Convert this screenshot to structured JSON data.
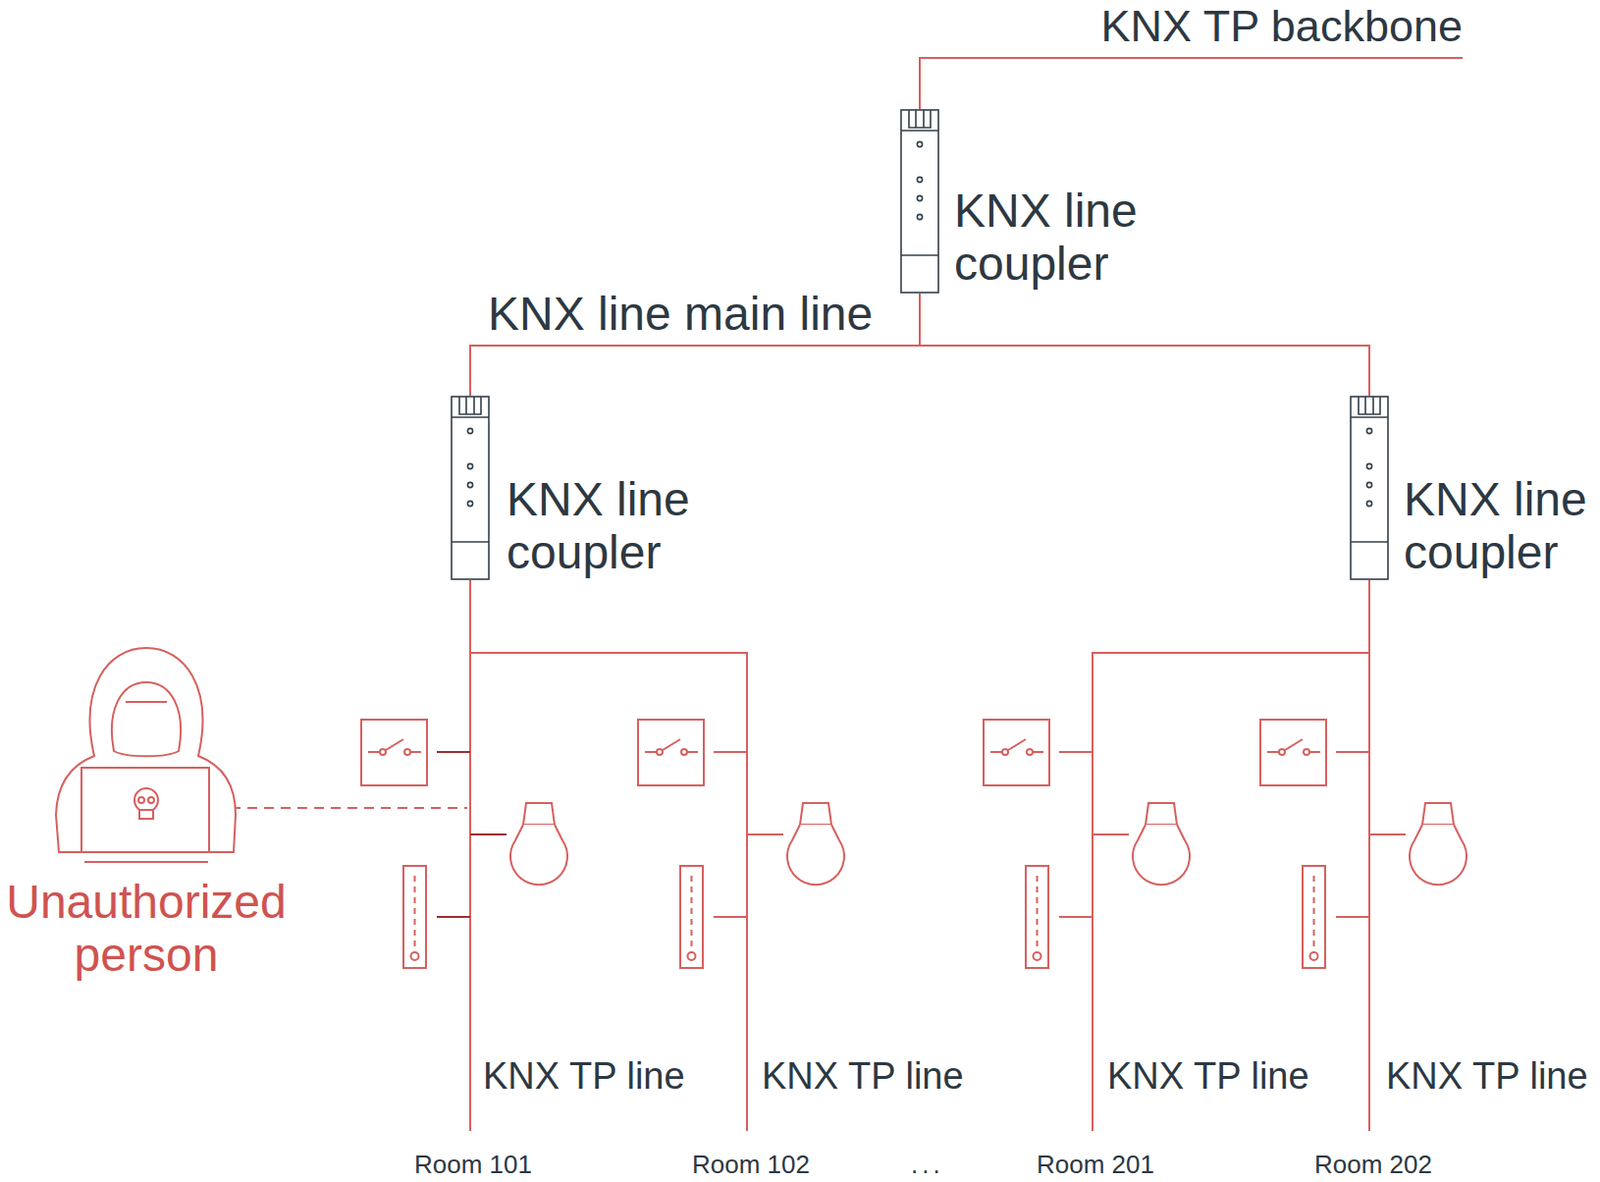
{
  "diagram": {
    "nodes": [
      {
        "text": [
          "KNX line coupler"
        ]
      },
      {
        "text": [
          "KNX line coupler"
        ]
      },
      {
        "text": [
          "KNX line coupler"
        ]
      },
      {
        "text": [
          "Unauthorized person"
        ]
      }
    ],
    "edges": [
      {
        "from": 0,
        "to": 1,
        "arrow": "none"
      },
      {
        "from": 0,
        "to": 2,
        "arrow": "none"
      }
    ],
    "labels": [
      "KNX TP backbone",
      "KNX line main line",
      "KNX TP line",
      "KNX TP line",
      "KNX TP line",
      "KNX TP line",
      "Room 101",
      "Room 102",
      "...",
      "Room 201",
      "Room 202"
    ]
  }
}
